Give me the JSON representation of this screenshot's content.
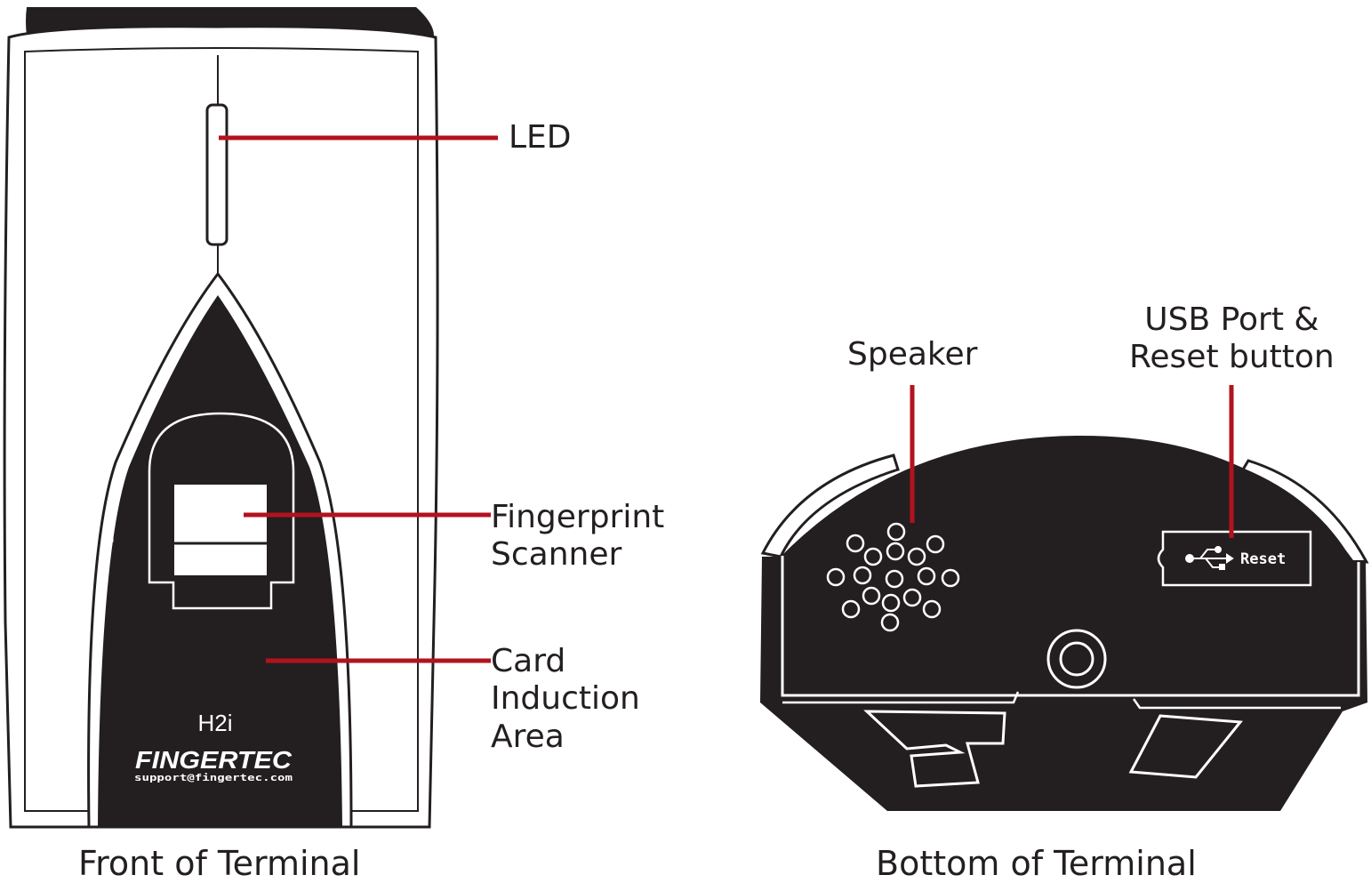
{
  "colors": {
    "outline": "#231f20",
    "fill_dark": "#231f20",
    "leader_line": "#b3121f",
    "background": "#ffffff"
  },
  "front_view": {
    "caption": "Front of Terminal",
    "model_label": "H2i",
    "brand_logo": "FINGERTEC",
    "support_email": "support@fingertec.com",
    "callouts": {
      "led": {
        "lines": [
          "LED"
        ]
      },
      "fingerprint_scanner": {
        "lines": [
          "Fingerprint",
          "Scanner"
        ]
      },
      "card_induction_area": {
        "lines": [
          "Card",
          "Induction",
          "Area"
        ]
      }
    }
  },
  "bottom_view": {
    "caption": "Bottom of Terminal",
    "reset_label": "Reset",
    "usb_icon": "usb-icon",
    "callouts": {
      "speaker": {
        "lines": [
          "Speaker"
        ]
      },
      "usb_reset": {
        "lines": [
          "USB Port &",
          "Reset button"
        ]
      }
    }
  }
}
